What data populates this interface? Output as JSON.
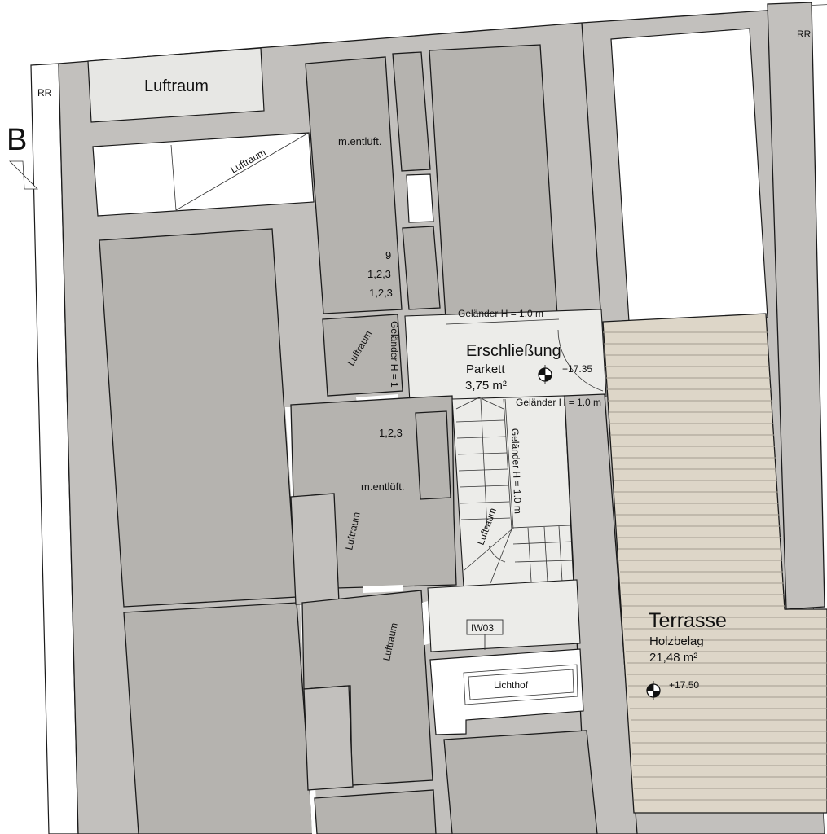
{
  "plan": {
    "section_marker": "B",
    "boundary_labels": {
      "left": "RR",
      "right": "RR"
    },
    "colors": {
      "wall": "#c2c0bd",
      "room": "#b5b3af",
      "light_void": "#e7e7e4",
      "circulation": "#ecece9",
      "terrace_deck": "#ddd6c8",
      "plank_line": "#a29c90",
      "outline": "#1a1a1a"
    },
    "labels": {
      "luftraum_top": "Luftraum",
      "luftraum_diag": "Luftraum",
      "luftraum_small": "Luftraum",
      "luftraum_mid": "Luftraum",
      "luftraum_low": "Luftraum",
      "luftraum_stair": "Luftraum",
      "m_entlueft_top": "m.entlüft.",
      "m_entlueft_mid": "m.entlüft.",
      "codes_top": [
        "9",
        "1,2,3",
        "1,2,3"
      ],
      "codes_mid": "1,2,3",
      "gelaender_top": "Geländer H = 1.0 m",
      "gelaender_left_vertical": "Geländer H = 1",
      "gelaender_right": "Geländer H = 1.0 m",
      "gelaender_stair_vertical": "Geländer H = 1.0 m",
      "wall_tag": "IW03",
      "lichthof": "Lichthof"
    },
    "rooms": [
      {
        "name": "Erschließung",
        "floor": "Parkett",
        "area": "3,75 m²",
        "level": "+17.35"
      },
      {
        "name": "Terrasse",
        "floor": "Holzbelag",
        "area": "21,48 m²",
        "level": "+17.50"
      }
    ]
  }
}
